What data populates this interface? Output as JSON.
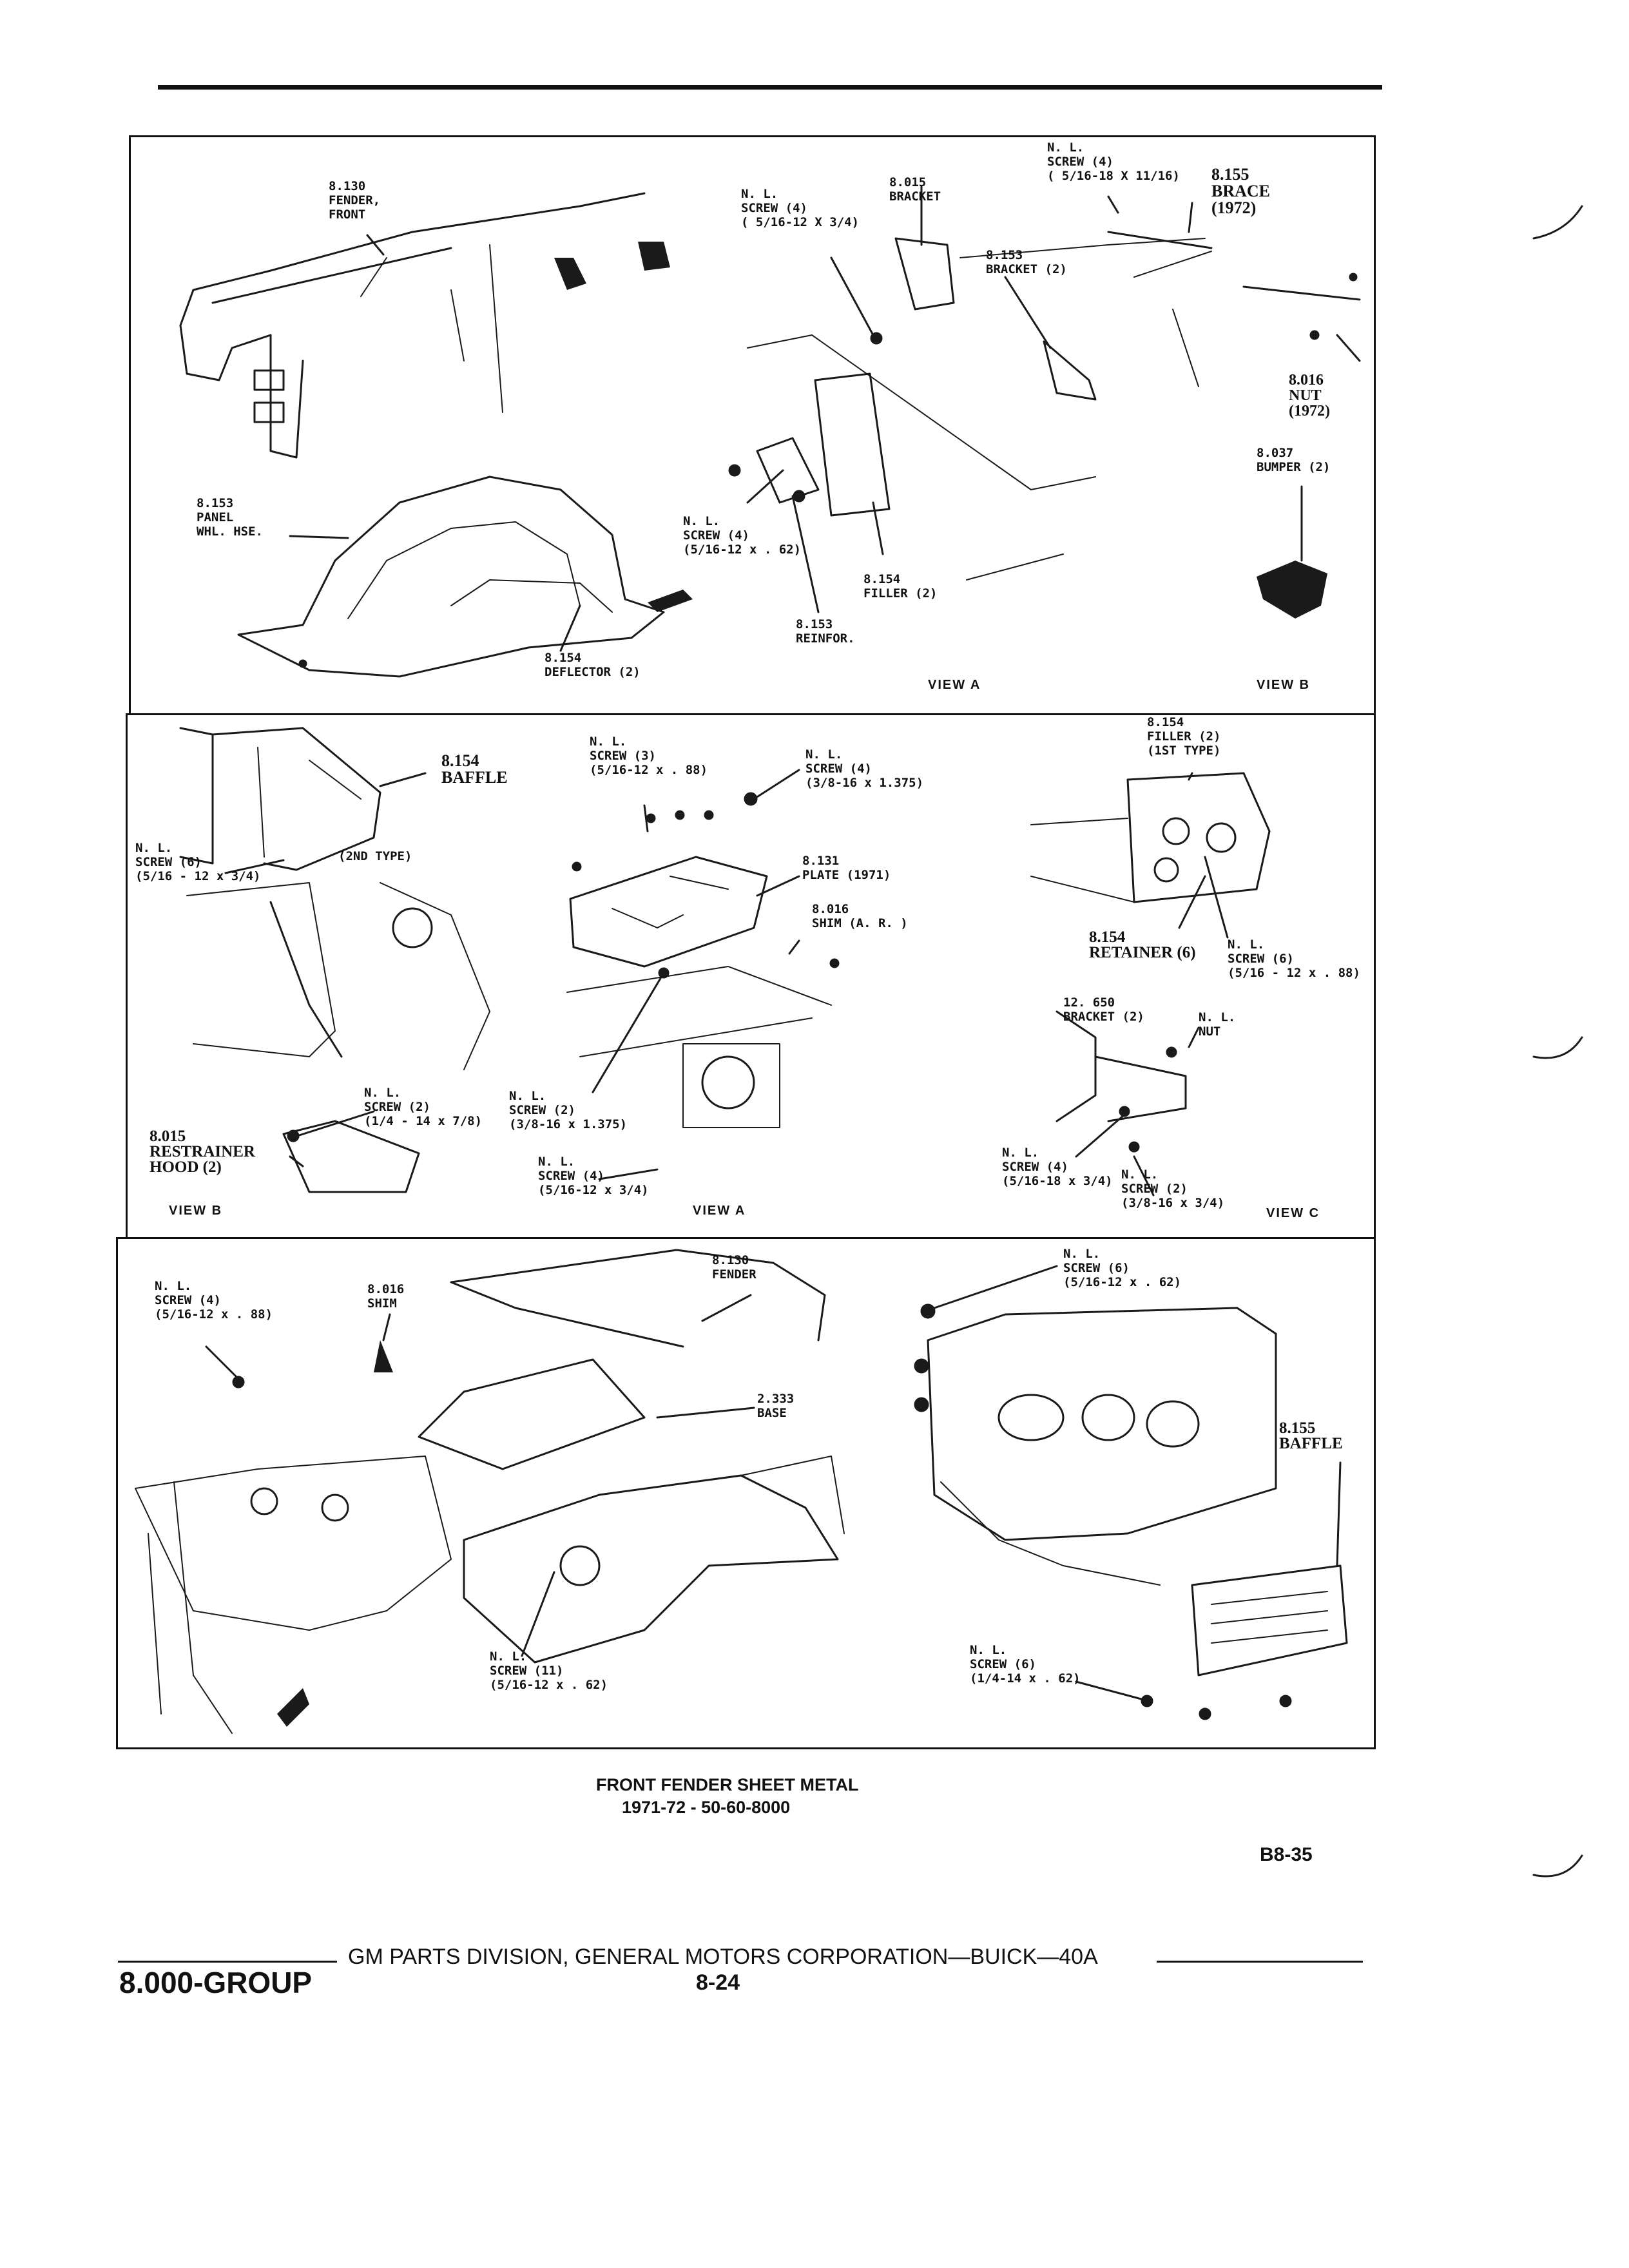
{
  "diagram": {
    "title_line1": "FRONT FENDER SHEET METAL",
    "title_line2": "1971-72 - 50-60-8000",
    "page_code": "B8-35",
    "footer_text": "GM PARTS DIVISION, GENERAL MOTORS CORPORATION—BUICK—40A",
    "group": "8.000-GROUP",
    "page_number": "8-24"
  },
  "panel1": {
    "fender": "8.130\nFENDER,\nFRONT",
    "screw_a": "N. L.\nSCREW (4)\n( 5/16-12 X 3/4)",
    "bracket_015": "8.015\nBRACKET",
    "screw_b": "N. L.\nSCREW (4)\n( 5/16-18 X 11/16)",
    "brace": "8.155\nBRACE\n(1972)",
    "bracket_153": "8.153\nBRACKET (2)",
    "nut": "8.016\nNUT\n(1972)",
    "bumper": "8.037\nBUMPER (2)",
    "panel_whl": "8.153\nPANEL\nWHL. HSE.",
    "screw_c": "N. L.\nSCREW (4)\n(5/16-12 x . 62)",
    "filler": "8.154\nFILLER (2)",
    "reinfor": "8.153\nREINFOR.",
    "deflector": "8.154\nDEFLECTOR (2)",
    "view_a": "VIEW A",
    "view_b": "VIEW B"
  },
  "panel2": {
    "baffle": "8.154\nBAFFLE",
    "screw_6": "N. L.\nSCREW (6)\n(5/16 - 12 x 3/4)",
    "type2": "(2ND TYPE)",
    "screw_3": "N. L.\nSCREW (3)\n(5/16-12 x . 88)",
    "screw_4a": "N. L.\nSCREW (4)\n(3/8-16 x 1.375)",
    "plate": "8.131\nPLATE (1971)",
    "shim": "8.016\nSHIM (A. R. )",
    "screw_2a": "N. L.\nSCREW (2)\n(3/8-16 x 1.375)",
    "screw_4b": "N. L.\nSCREW (4)\n(5/16-12 x 3/4)",
    "screw_2b": "N. L.\nSCREW (2)\n(1/4 - 14 x 7/8)",
    "restrainer": "8.015\nRESTRAINER\nHOOD (2)",
    "filler": "8.154\nFILLER (2)\n(1ST TYPE)",
    "retainer": "8.154\nRETAINER (6)",
    "screw_6b": "N. L.\nSCREW (6)\n(5/16 - 12 x . 88)",
    "bracket_650": "12. 650\nBRACKET (2)",
    "nut": "N. L.\nNUT",
    "screw_4c": "N. L.\nSCREW (4)\n(5/16-18 x 3/4)",
    "screw_2c": "N. L.\nSCREW (2)\n(3/8-16 x 3/4)",
    "view_b": "VIEW B",
    "view_a": "VIEW A",
    "view_c": "VIEW C"
  },
  "panel3": {
    "screw_4": "N. L.\nSCREW (4)\n(5/16-12 x . 88)",
    "shim": "8.016\nSHIM",
    "fender": "8.130\nFENDER",
    "base": "2.333\nBASE",
    "screw_11": "N. L.\nSCREW (11)\n(5/16-12 x . 62)",
    "screw_6": "N. L.\nSCREW (6)\n(5/16-12 x . 62)",
    "baffle": "8.155\nBAFFLE",
    "screw_6b": "N. L.\nSCREW (6)\n(1/4-14 x . 62)"
  }
}
